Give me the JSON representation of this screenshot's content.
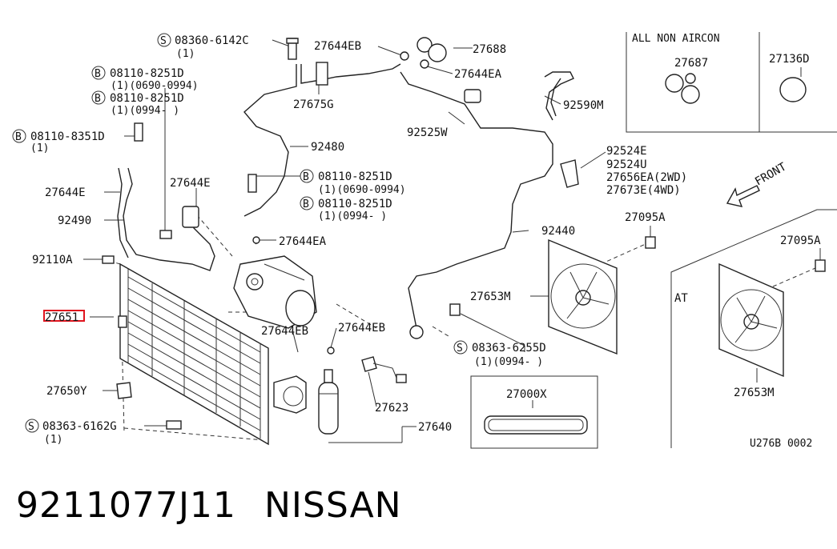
{
  "labels": {
    "s08360": "08360-6142C",
    "s08360_qty": "(1)",
    "b08110_a": "08110-8251D",
    "b08110_a_qty": "(1)(0690-0994)",
    "b08110_b": "08110-8251D",
    "b08110_b_qty": "(1)(0994-    )",
    "b08110_8351": "08110-8351D",
    "b08110_8351_qty": "(1)",
    "p27644E_left": "27644E",
    "p92490": "92490",
    "p92110A": "92110A",
    "p27651": "27651",
    "p27650Y": "27650Y",
    "s08363_6162": "08363-6162G",
    "s08363_6162_qty": "(1)",
    "p27644E_mid": "27644E",
    "p27644EB_top": "27644EB",
    "p27675G": "27675G",
    "p92480": "92480",
    "b08110_c": "08110-8251D",
    "b08110_c_qty": "(1)(0690-0994)",
    "b08110_d": "08110-8251D",
    "b08110_d_qty": "(1)(0994-    )",
    "p27644EA_mid": "27644EA",
    "p27644EB_comp": "27644EB",
    "p27644EB_low": "27644EB",
    "p27623": "27623",
    "p27640": "27640",
    "p27688": "27688",
    "p27644EA_top": "27644EA",
    "p92525W": "92525W",
    "p92590M": "92590M",
    "p92524E": "92524E",
    "p92524U": "92524U",
    "p27656EA": "27656EA(2WD)",
    "p27673E": "27673E(4WD)",
    "front": "FRONT",
    "p27095A_mid": "27095A",
    "p92440": "92440",
    "p27653M_mid": "27653M",
    "s08363_6255": "08363-6255D",
    "s08363_6255_qty": "(1)(0994-    )",
    "p27000X": "27000X",
    "all_non_aircon": "ALL NON AIRCON",
    "p27687": "27687",
    "p27136D": "27136D",
    "p27095A_right": "27095A",
    "at": "AT",
    "p27653M_right": "27653M",
    "diagram_code": "U276B 0002",
    "circle_s": "S",
    "circle_b": "B"
  },
  "footer": {
    "part_number": "9211077J11",
    "brand": "NISSAN"
  },
  "colors": {
    "line": "#222222",
    "highlight": "#e0141e",
    "background": "#ffffff"
  }
}
